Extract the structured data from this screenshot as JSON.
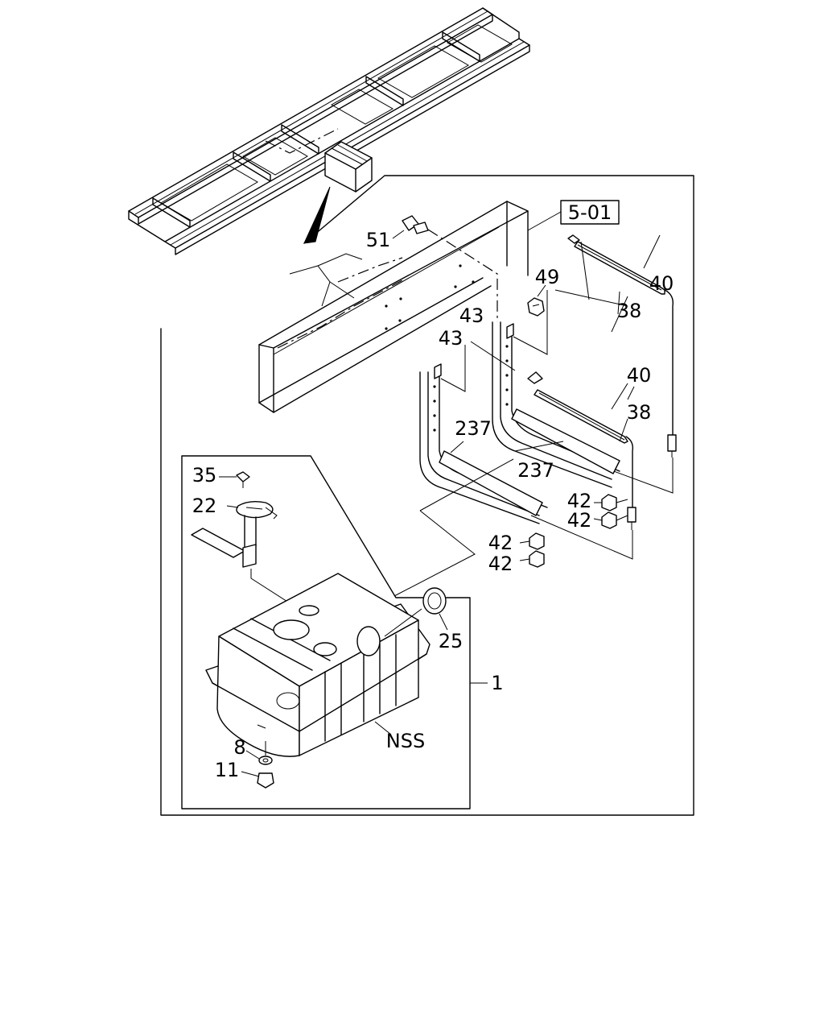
{
  "reference": "5-01",
  "callouts": {
    "c1": "1",
    "c8": "8",
    "c11": "11",
    "c22": "22",
    "c25": "25",
    "c35": "35",
    "c38a": "38",
    "c38b": "38",
    "c40a": "40",
    "c40b": "40",
    "c42a": "42",
    "c42b": "42",
    "c42c": "42",
    "c42d": "42",
    "c43a": "43",
    "c43b": "43",
    "c49": "49",
    "c51": "51",
    "c237a": "237",
    "c237b": "237",
    "nss": "NSS"
  }
}
